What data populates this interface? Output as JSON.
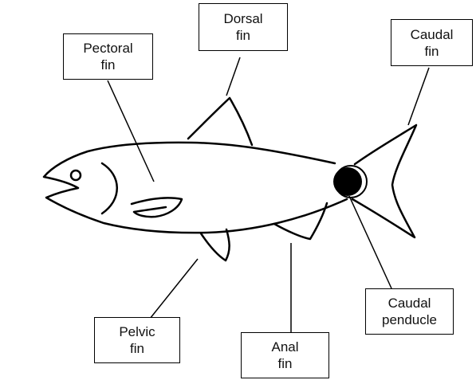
{
  "labels": {
    "pectoral": [
      "Pectoral",
      "fin"
    ],
    "dorsal": [
      "Dorsal",
      "fin"
    ],
    "caudal": [
      "Caudal",
      "fin"
    ],
    "peduncle": [
      "Caudal",
      "penducle"
    ],
    "pelvic": [
      "Pelvic",
      "fin"
    ],
    "anal": [
      "Anal",
      "fin"
    ]
  }
}
